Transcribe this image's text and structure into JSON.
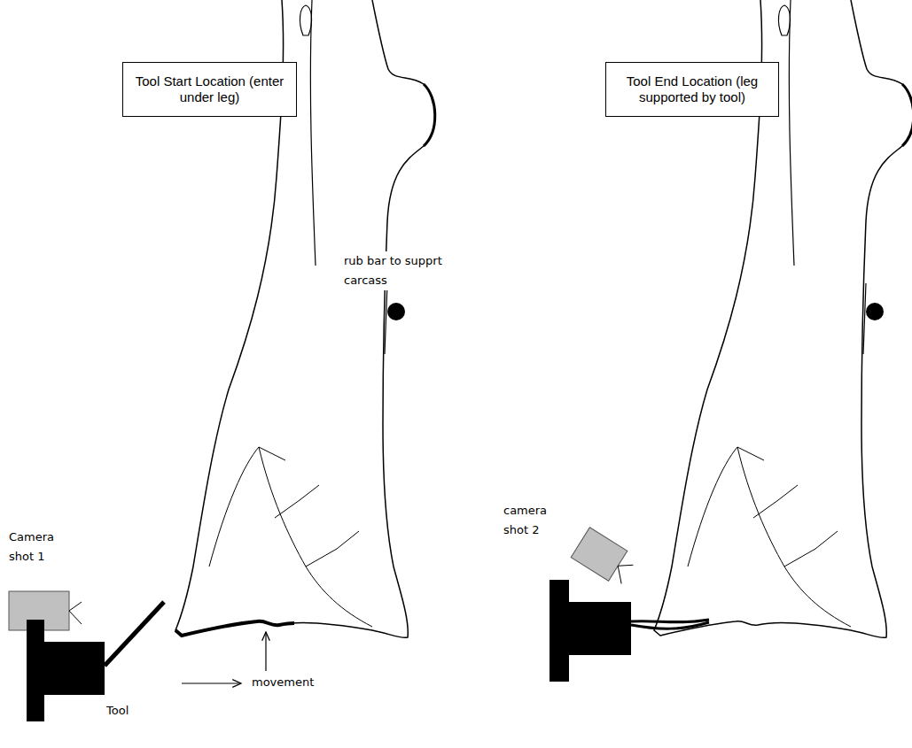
{
  "diagram": {
    "nodes": [
      {
        "text": [
          "Tool Start Location (enter under leg)"
        ]
      },
      {
        "text": [
          "Tool End Location (leg supported by tool)"
        ]
      }
    ],
    "labels": [
      "rub bar to supprt carcass",
      "Camera shot 1",
      "movement",
      "Tool",
      "camera shot 2"
    ]
  }
}
